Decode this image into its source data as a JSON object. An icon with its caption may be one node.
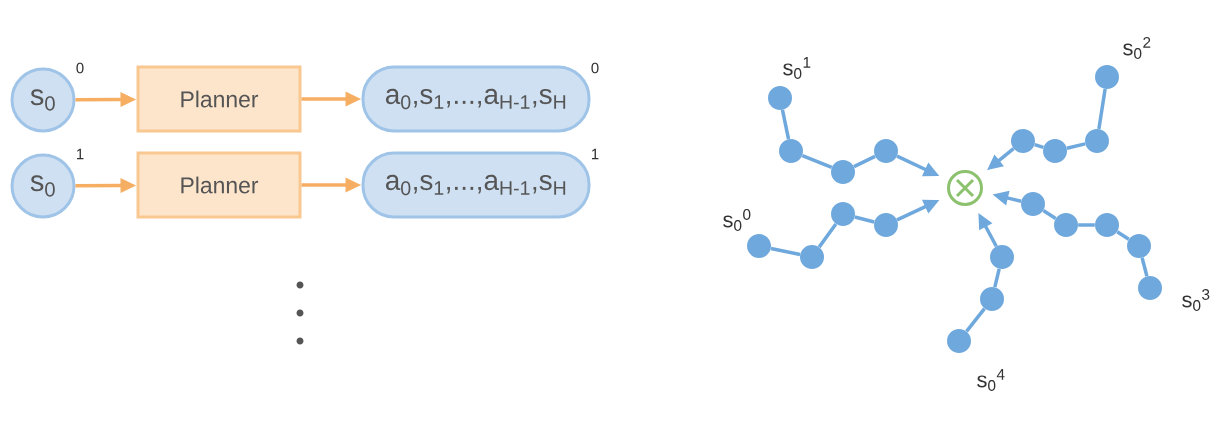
{
  "diagram": {
    "nodes": [
      {
        "text": [
          "s$_{0}$"
        ],
        "beside": [
          "0"
        ]
      },
      {
        "text": [
          "Planner"
        ]
      },
      {
        "text": [
          "a$_{0}$,s$_{1}$,...,a$_{H-1}$,s$_{H}$"
        ],
        "beside": [
          "0"
        ]
      },
      {
        "text": [
          "s$_{0}$"
        ],
        "beside": [
          "1"
        ]
      },
      {
        "text": [
          "Planner"
        ]
      },
      {
        "text": [
          "a$_{0}$,s$_{1}$,...,a$_{H-1}$,s$_{H}$"
        ],
        "beside": [
          "1"
        ]
      },
      {
        "text": [],
        "shape": "circle",
        "beside": [
          "s$_{0}$$^{1}$"
        ]
      },
      {
        "text": [],
        "shape": "circle"
      },
      {
        "text": [],
        "shape": "circle"
      },
      {
        "text": [],
        "shape": "circle"
      },
      {
        "text": [],
        "shape": "circle",
        "beside": [
          "s$_{0}$$^{2}$"
        ]
      },
      {
        "text": [],
        "shape": "circle"
      },
      {
        "text": [],
        "shape": "circle"
      },
      {
        "text": [],
        "shape": "circle"
      },
      {
        "text": [],
        "shape": "circle",
        "beside": [
          "s$_{0}$$^{0}$"
        ]
      },
      {
        "text": [],
        "shape": "circle"
      },
      {
        "text": [],
        "shape": "circle"
      },
      {
        "text": [],
        "shape": "circle"
      },
      {
        "text": [],
        "shape": "circle",
        "beside": [
          "s$_{0}$$^{3}$"
        ]
      },
      {
        "text": [],
        "shape": "circle"
      },
      {
        "text": [],
        "shape": "circle"
      },
      {
        "text": [],
        "shape": "circle"
      },
      {
        "text": [],
        "shape": "circle"
      },
      {
        "text": [],
        "shape": "circle",
        "beside": [
          "s$_{0}$$^{4}$"
        ]
      },
      {
        "text": [],
        "shape": "circle"
      },
      {
        "text": [],
        "shape": "circle"
      },
      {
        "text": [],
        "shape": "circle"
      }
    ],
    "edges": [
      {
        "from": 0,
        "to": 1,
        "arrow": "to",
        "color": "#f6ae63"
      },
      {
        "from": 1,
        "to": 2,
        "arrow": "to",
        "color": "#f6ae63"
      },
      {
        "from": 3,
        "to": 4,
        "arrow": "to",
        "color": "#f6ae63"
      },
      {
        "from": 4,
        "to": 5,
        "arrow": "to",
        "color": "#f6ae63"
      },
      {
        "from": 6,
        "to": 7,
        "arrow": "none"
      },
      {
        "from": 7,
        "to": 8,
        "arrow": "none"
      },
      {
        "from": 8,
        "to": 9,
        "arrow": "none"
      },
      {
        "from": 9,
        "to": 26,
        "arrow": "to"
      },
      {
        "from": 10,
        "to": 11,
        "arrow": "none"
      },
      {
        "from": 11,
        "to": 12,
        "arrow": "none"
      },
      {
        "from": 12,
        "to": 13,
        "arrow": "none"
      },
      {
        "from": 13,
        "to": 26,
        "arrow": "to"
      },
      {
        "from": 14,
        "to": 15,
        "arrow": "none"
      },
      {
        "from": 15,
        "to": 16,
        "arrow": "none"
      },
      {
        "from": 16,
        "to": 17,
        "arrow": "none"
      },
      {
        "from": 17,
        "to": 26,
        "arrow": "to"
      },
      {
        "from": 18,
        "to": 19,
        "arrow": "none"
      },
      {
        "from": 19,
        "to": 20,
        "arrow": "none"
      },
      {
        "from": 20,
        "to": 21,
        "arrow": "none"
      },
      {
        "from": 21,
        "to": 22,
        "arrow": "none"
      },
      {
        "from": 22,
        "to": 26,
        "arrow": "to"
      },
      {
        "from": 23,
        "to": 24,
        "arrow": "none"
      },
      {
        "from": 24,
        "to": 25,
        "arrow": "none"
      },
      {
        "from": 25,
        "to": 26,
        "arrow": "to"
      }
    ]
  }
}
